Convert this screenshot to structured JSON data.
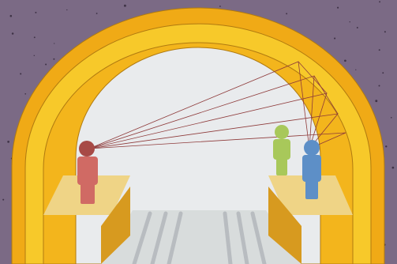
{
  "title": "",
  "colors": {
    "wall": "#7b6a85",
    "wall_speckle": "#3f3347",
    "ring_outer": "#f0aa16",
    "ring_mid": "#f7c92a",
    "ring_inner": "#f3b51c",
    "interior": "#e9ebed",
    "floor": "#d8dcdc",
    "ledge_top": "#efd486",
    "ledge_front": "#d79a1f",
    "speaker_figure": "#d06a64",
    "speaker_head": "#a74a46",
    "listener_green": "#a8c85a",
    "listener_blue": "#5d8fc7",
    "sound_rays": "#8e3a3a",
    "rails": "#b8bcc0"
  },
  "figures": [
    {
      "role": "speaker",
      "color_key": "speaker_figure"
    },
    {
      "role": "listener",
      "color_key": "listener_green"
    },
    {
      "role": "listener",
      "color_key": "listener_blue"
    }
  ],
  "icons": {
    "speaker": "person-figure-red",
    "listener_back": "person-figure-green",
    "listener_front": "person-figure-blue",
    "sound_rays": "reflected-sound-rays"
  }
}
